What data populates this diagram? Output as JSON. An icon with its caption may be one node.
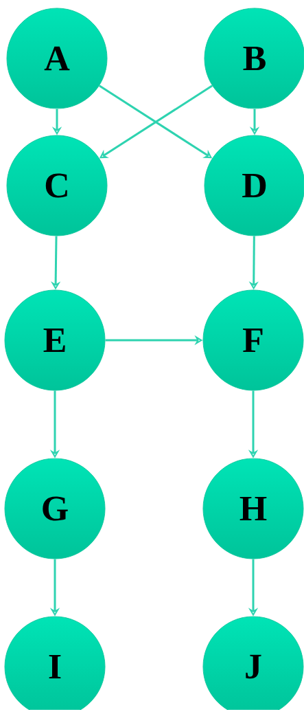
{
  "diagram": {
    "nodes": [
      {
        "text": [
          "A"
        ]
      },
      {
        "text": [
          "B"
        ]
      },
      {
        "text": [
          "C"
        ]
      },
      {
        "text": [
          "D"
        ]
      },
      {
        "text": [
          "E"
        ]
      },
      {
        "text": [
          "F"
        ]
      },
      {
        "text": [
          "G"
        ]
      },
      {
        "text": [
          "H"
        ]
      },
      {
        "text": [
          "I"
        ]
      },
      {
        "text": [
          "J"
        ]
      }
    ],
    "edges": [
      {
        "from": 0,
        "to": 2,
        "arrow": "to"
      },
      {
        "from": 0,
        "to": 3,
        "arrow": "to"
      },
      {
        "from": 1,
        "to": 2,
        "arrow": "to"
      },
      {
        "from": 1,
        "to": 3,
        "arrow": "to"
      },
      {
        "from": 2,
        "to": 4,
        "arrow": "to"
      },
      {
        "from": 3,
        "to": 5,
        "arrow": "to"
      },
      {
        "from": 4,
        "to": 5,
        "arrow": "to"
      },
      {
        "from": 4,
        "to": 6,
        "arrow": "to"
      },
      {
        "from": 5,
        "to": 7,
        "arrow": "to"
      },
      {
        "from": 6,
        "to": 8,
        "arrow": "to"
      },
      {
        "from": 7,
        "to": 9,
        "arrow": "to"
      }
    ]
  }
}
